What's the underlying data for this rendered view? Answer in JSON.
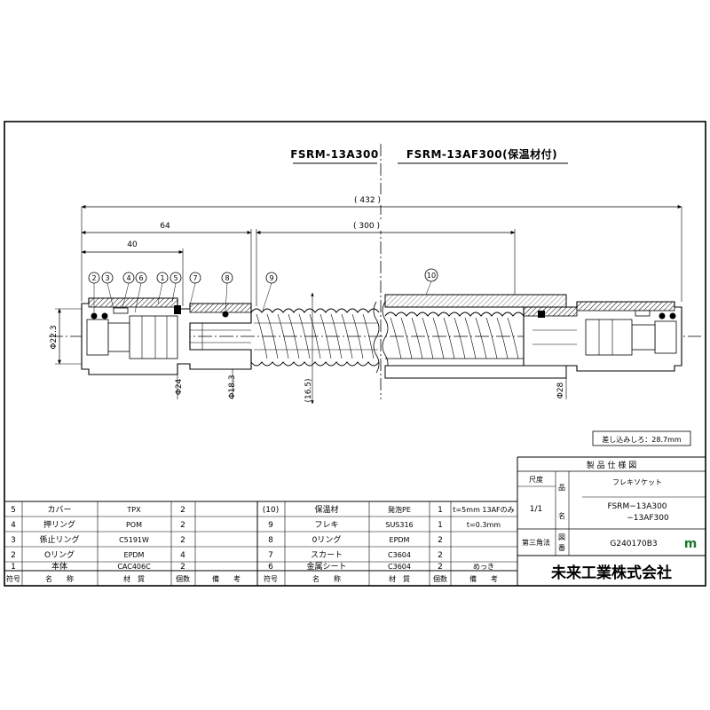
{
  "header": {
    "model_left": "FSRM-13A300",
    "model_right": "FSRM-13AF300(保温材付)"
  },
  "dimensions": {
    "overall": "( 432 )",
    "d64": "64",
    "d40": "40",
    "d300": "( 300 )",
    "phi22_3": "Φ22.3",
    "phi24": "Φ24",
    "phi18_3": "Φ18.3",
    "d16_5": "(16.5)",
    "phi28": "Φ28"
  },
  "balloons": [
    "2",
    "3",
    "4",
    "6",
    "1",
    "5",
    "7",
    "8",
    "9",
    "10"
  ],
  "insertion_note": "差し込みしろ：28.7mm",
  "title_block": {
    "title": "製 品 仕 様 図",
    "scale_label": "尺度",
    "scale_value": "1/1",
    "product_label_1": "品",
    "product_label_2": "名",
    "product_type": "フレキソケット",
    "product_model_1": "FSRM−13A300",
    "product_model_2": "−13AF300",
    "projection_label": "第三角法",
    "drawing_no_label_1": "図",
    "drawing_no_label_2": "番",
    "drawing_no": "G240170B3",
    "logo_mark": "m",
    "company": "未来工業株式会社"
  },
  "bom_header": [
    "符号",
    "名　　称",
    "材　質",
    "個数",
    "備　　考"
  ],
  "bom_left": [
    {
      "no": "5",
      "name": "カバー",
      "material": "TPX",
      "qty": "2",
      "note": ""
    },
    {
      "no": "4",
      "name": "押リング",
      "material": "POM",
      "qty": "2",
      "note": ""
    },
    {
      "no": "3",
      "name": "係止リング",
      "material": "C5191W",
      "qty": "2",
      "note": ""
    },
    {
      "no": "2",
      "name": "Oリング",
      "material": "EPDM",
      "qty": "4",
      "note": ""
    },
    {
      "no": "1",
      "name": "本体",
      "material": "CAC406C",
      "qty": "2",
      "note": ""
    }
  ],
  "bom_right": [
    {
      "no": "(10)",
      "name": "保温材",
      "material": "発泡PE",
      "qty": "1",
      "note": "t=5mm 13AFのみ"
    },
    {
      "no": "9",
      "name": "フレキ",
      "material": "SUS316",
      "qty": "1",
      "note": "t=0.3mm"
    },
    {
      "no": "8",
      "name": "0リング",
      "material": "EPDM",
      "qty": "2",
      "note": ""
    },
    {
      "no": "7",
      "name": "スカート",
      "material": "C3604",
      "qty": "2",
      "note": ""
    },
    {
      "no": "6",
      "name": "金属シート",
      "material": "C3604",
      "qty": "2",
      "note": "めっき"
    }
  ]
}
